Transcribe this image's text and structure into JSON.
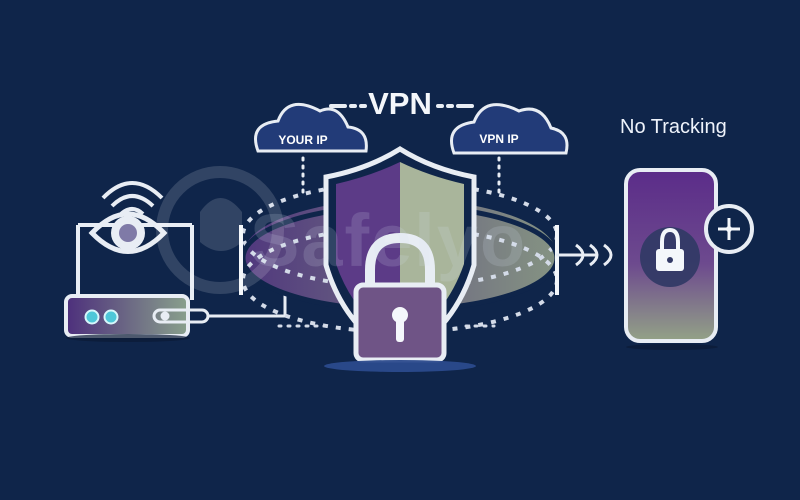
{
  "labels": {
    "vpn": "VPN",
    "your_ip": "YOUR IP",
    "vpn_ip": "VPN IP",
    "no_tracking": "No Tracking",
    "watermark": "Safelyo"
  },
  "colors": {
    "background": "#0f254a",
    "purple": "#5c3b87",
    "light_purple": "#a38ec6",
    "sage": "#a9b59b",
    "outline": "#e8edf4"
  },
  "icons": {
    "wifi": "wifi-icon",
    "eye": "eye-icon",
    "router": "router-icon",
    "shield": "shield-icon",
    "padlock": "padlock-icon",
    "phone": "phone-icon",
    "plus": "plus-icon"
  }
}
